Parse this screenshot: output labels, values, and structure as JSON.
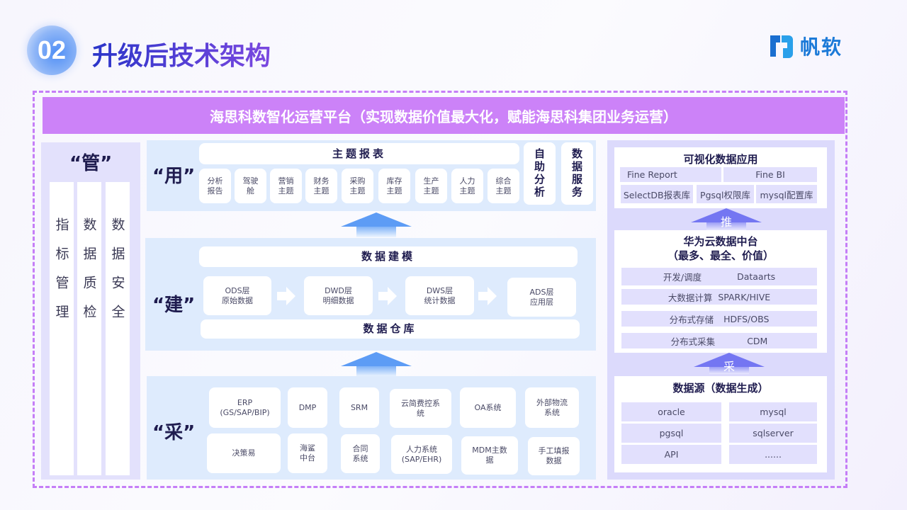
{
  "header": {
    "badge": "02",
    "title": "升级后技术架构",
    "logo_text": "帆软",
    "brand_color": "#1c7ad8"
  },
  "banner": "海思科数智化运营平台（实现数据价值最大化，赋能海思科集团业务运营）",
  "manage": {
    "label": "“管”",
    "columns": [
      "指标管理",
      "数据质检",
      "数据安全"
    ]
  },
  "use": {
    "label": "“用”",
    "report_title": "主题报表",
    "topics": [
      "分析\n报告",
      "驾驶\n舱",
      "营销\n主题",
      "财务\n主题",
      "采购\n主题",
      "库存\n主题",
      "生产\n主题",
      "人力\n主题",
      "综合\n主题"
    ],
    "self_analysis": "自助分析",
    "data_service": "数据服务"
  },
  "build": {
    "label": "“建”",
    "modeling": "数据建模",
    "warehouse": "数据仓库",
    "layers": [
      "ODS层\n原始数据",
      "DWD层\n明细数据",
      "DWS层\n统计数据",
      "ADS层\n应用层"
    ]
  },
  "collect": {
    "label": "“采”",
    "row1": [
      "ERP\n(GS/SAP/BIP)",
      "DMP",
      "SRM",
      "云简费控系\n统",
      "OA系统",
      "外部物流\n系统"
    ],
    "row2": [
      "决策易",
      "海鲨\n中台",
      "合同\n系统",
      "人力系统\n(SAP/EHR)",
      "MDM主数\n据",
      "手工填报\n数据"
    ]
  },
  "right": {
    "viz": {
      "title": "可视化数据应用",
      "row1": [
        "Fine Report",
        "Fine BI"
      ],
      "row2": [
        "SelectDB报表库",
        "Pgsql权限库",
        "mysql配置库"
      ]
    },
    "push_label": "推",
    "huawei": {
      "title": "华为云数据中台\n（最多、最全、价值）",
      "rows": [
        [
          "开发/调度",
          "Dataarts"
        ],
        [
          "大数据计算",
          "SPARK/HIVE"
        ],
        [
          "分布式存储",
          "HDFS/OBS"
        ],
        [
          "分布式采集",
          "CDM"
        ]
      ]
    },
    "collect_label": "采",
    "sources": {
      "title": "数据源（数据生成）",
      "items": [
        "oracle",
        "mysql",
        "pgsql",
        "sqlserver",
        "API",
        "......"
      ]
    }
  }
}
